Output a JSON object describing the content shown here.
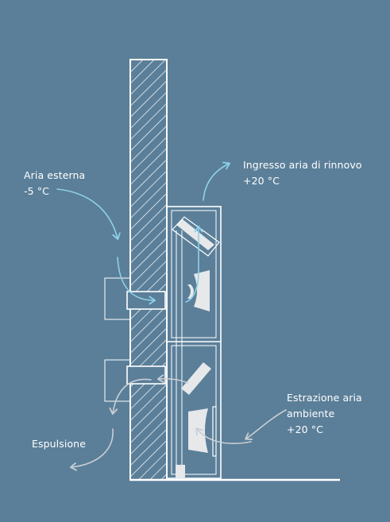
{
  "labels": {
    "outside_air": {
      "title": "Aria esterna",
      "temp": "-5 °C"
    },
    "fresh_air_intake": {
      "title": "Ingresso aria di rinnovo",
      "temp": "+20 °C"
    },
    "room_air_extraction": {
      "title": "Estrazione aria",
      "title2": "ambiente",
      "temp": "+20 °C"
    },
    "exhaust": {
      "title": "Espulsione"
    }
  },
  "colors": {
    "background": "#5b7f99",
    "lines": "#ffffff",
    "fresh_flow": "#8fd1ea",
    "exhaust_flow": "#c9ced4",
    "component_fill": "#e6e8ea"
  }
}
